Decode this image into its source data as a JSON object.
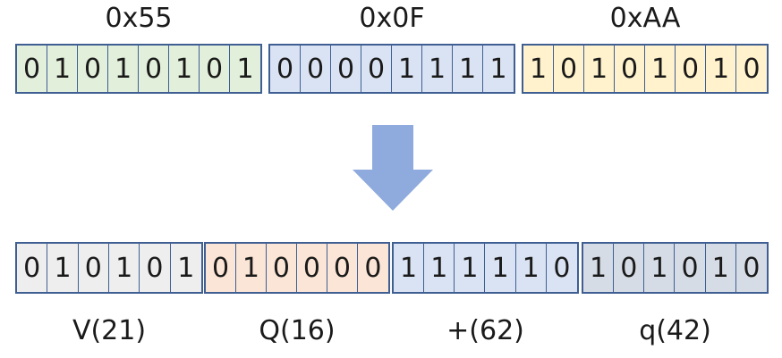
{
  "colors": {
    "border": "#3f5f93",
    "green": "#e2efda",
    "blue": "#dae3f3",
    "yellow": "#fff2cc",
    "gray": "#eeeeee",
    "peach": "#fbe5d6",
    "steel": "#d6dce5",
    "arrow": "#8faadc"
  },
  "arrow_icon": "down-arrow",
  "input_bytes": [
    {
      "label": "0x55",
      "bits": [
        "0",
        "1",
        "0",
        "1",
        "0",
        "1",
        "0",
        "1"
      ],
      "color": "green"
    },
    {
      "label": "0x0F",
      "bits": [
        "0",
        "0",
        "0",
        "0",
        "1",
        "1",
        "1",
        "1"
      ],
      "color": "blue"
    },
    {
      "label": "0xAA",
      "bits": [
        "1",
        "0",
        "1",
        "0",
        "1",
        "0",
        "1",
        "0"
      ],
      "color": "yellow"
    }
  ],
  "output_groups": [
    {
      "label": "V(21)",
      "bits": [
        "0",
        "1",
        "0",
        "1",
        "0",
        "1"
      ],
      "color": "gray"
    },
    {
      "label": "Q(16)",
      "bits": [
        "0",
        "1",
        "0",
        "0",
        "0",
        "0"
      ],
      "color": "peach"
    },
    {
      "label": "+(62)",
      "bits": [
        "1",
        "1",
        "1",
        "1",
        "1",
        "0"
      ],
      "color": "blue"
    },
    {
      "label": "q(42)",
      "bits": [
        "1",
        "0",
        "1",
        "0",
        "1",
        "0"
      ],
      "color": "steel"
    }
  ]
}
